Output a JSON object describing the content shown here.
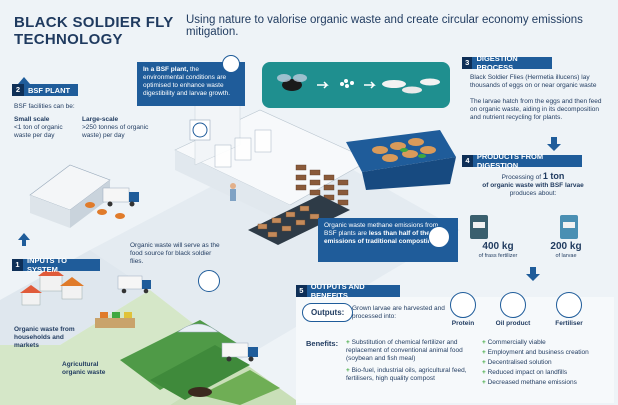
{
  "header": {
    "title_line1": "BLACK SOLDIER FLY",
    "title_line2": "TECHNOLOGY",
    "subtitle": "Using nature to valorise organic waste and create circular economy emissions mitigation."
  },
  "plant": {
    "num": "2",
    "heading": "BSF PLANT",
    "intro": "BSF facilities can be:",
    "small_title": "Small scale",
    "small_desc": "<1 ton of organic waste per day",
    "large_title": "Large-scale",
    "large_desc": ">250 tonnes of organic waste) per day",
    "callout_bold": "In a BSF plant,",
    "callout_rest": "the environmental conditions are optimised to enhance waste digestibility and larvae growth."
  },
  "digestion": {
    "num": "3",
    "heading": "DIGESTION PROCESS",
    "p1": "Black Soldier Flies (Hermetia illucens) lay thousands of eggs on or near organic waste",
    "p2": "The larvae hatch from the eggs and then feed on organic waste, aiding in its decomposition and nutrient recycling for plants."
  },
  "products": {
    "num": "4",
    "heading": "PRODUCTS FROM DIGESTION",
    "processing": "Processing of",
    "ton": "1 ton",
    "of_waste": "of organic waste with BSF larvae",
    "produces": "produces about:",
    "frass_value": "400 kg",
    "frass_label": "of frass fertilizer",
    "larvae_value": "200 kg",
    "larvae_label": "of larvae"
  },
  "inputs": {
    "num": "1",
    "heading": "INPUTS TO SYSTEM",
    "food_source": "Organic waste will serve as the food source for black soldier flies.",
    "households": "Organic waste from households and markets",
    "agricultural": "Agricultural organic waste"
  },
  "methane": {
    "text_pre": "Organic waste methane emissions from BSF plants are",
    "text_bold": "less than half of the emissions of traditional composting."
  },
  "outputs": {
    "num": "5",
    "heading": "OUTPUTS AND BENEFITS",
    "outputs_label": "Outputs:",
    "outputs_text": "Grown larvae are harvested and processed into:",
    "protein": "Protein",
    "oil": "Oil product",
    "fertiliser": "Fertiliser",
    "benefits_label": "Benefits:",
    "benefits_left": [
      "Substitution of chemical fertilizer and replacement of conventional animal food (soybean and fish meal)",
      "Bio-fuel, industrial oils, agricultural feed, fertilisers, high quality compost"
    ],
    "benefits_right": [
      "Commercially viable",
      "Employment and business creation",
      "Decentralised solution",
      "Reduced impact on landfills",
      "Decreased methane emissions"
    ]
  },
  "colors": {
    "navy": "#1f3a5f",
    "blue": "#1f5c9a",
    "green": "#3fa83f",
    "orange": "#e07b2a"
  }
}
